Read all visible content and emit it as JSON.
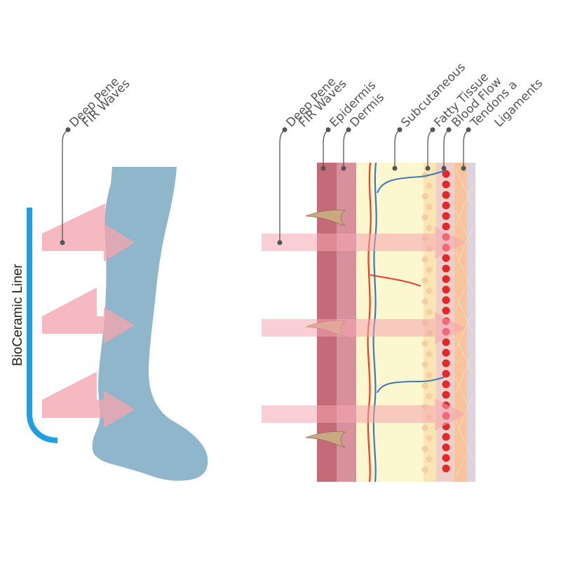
{
  "left_panel": {
    "callout": [
      "Deep Pene",
      "FIR Waves"
    ],
    "liner_label": "BioCeramic Liner"
  },
  "right_panel": {
    "callouts": {
      "deep_pene": [
        "Deep Pene",
        "FIR Waves"
      ],
      "epidermis": "Epidermis",
      "dermis": "Dermis",
      "subcutaneous": "Subcutaneous",
      "fatty_tissue": "Fatty Tissue",
      "blood_flow": "Blood  Flow",
      "tendons": [
        "Tendons a",
        "Ligaments"
      ]
    }
  },
  "colors": {
    "liner": "#1f9ee0",
    "leg": "#8fb6cb",
    "arrow": "#f4a6b0",
    "epidermis": "#c46a78",
    "dermis": "#d8909c",
    "subcutaneous": "#fdf7cf",
    "fatty_tissue": "#fae6b4",
    "blood_dots": "#e2272d",
    "tendons": "#f7c49e",
    "ligaments": "#dcd3de",
    "artery": "#e6402d",
    "vein": "#3f78b6",
    "leader": "#555555"
  }
}
